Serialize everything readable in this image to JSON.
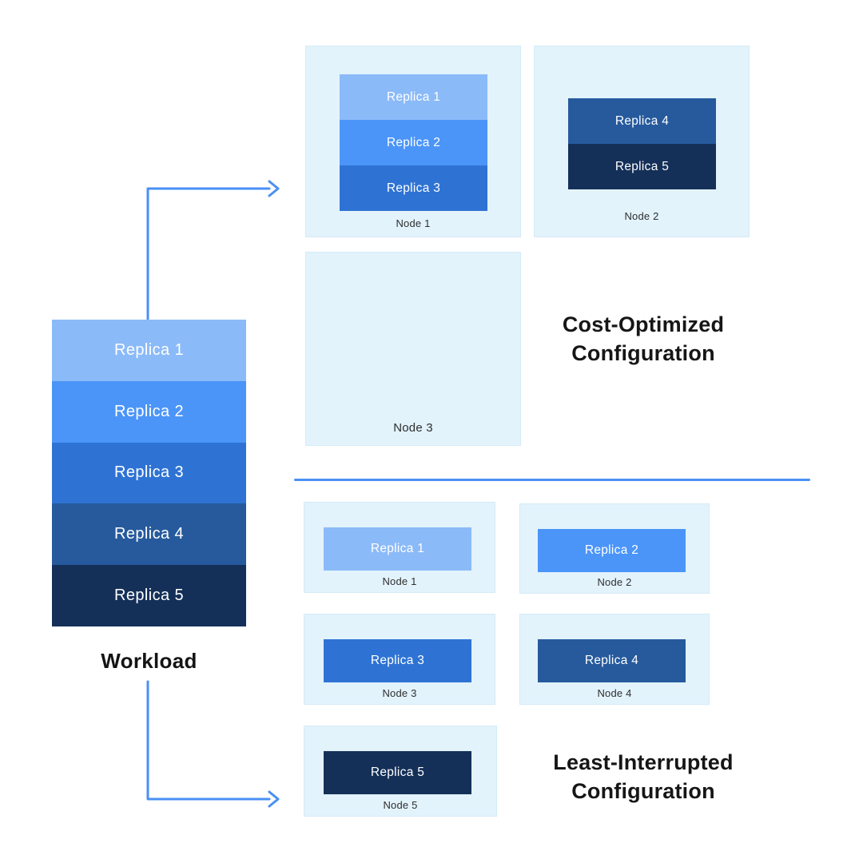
{
  "colors": {
    "arrow": "#4a90f5",
    "divider": "#4a90f5",
    "node_bg": "#e2f3fc",
    "replica1": "#8bbaf8",
    "replica2": "#4b95f9",
    "replica3": "#2e73d4",
    "replica4": "#265a9d",
    "replica5": "#143059"
  },
  "workload": {
    "label": "Workload",
    "replicas": [
      {
        "label": "Replica 1",
        "color": "#8bbaf8"
      },
      {
        "label": "Replica 2",
        "color": "#4b95f9"
      },
      {
        "label": "Replica 3",
        "color": "#2e73d4"
      },
      {
        "label": "Replica 4",
        "color": "#265a9d"
      },
      {
        "label": "Replica 5",
        "color": "#143059"
      }
    ]
  },
  "cost_optimized": {
    "title_line1": "Cost-Optimized",
    "title_line2": "Configuration",
    "nodes": [
      {
        "label": "Node 1",
        "replicas": [
          {
            "label": "Replica 1",
            "color": "#8bbaf8"
          },
          {
            "label": "Replica 2",
            "color": "#4b95f9"
          },
          {
            "label": "Replica 3",
            "color": "#2e73d4"
          }
        ]
      },
      {
        "label": "Node 2",
        "replicas": [
          {
            "label": "Replica 4",
            "color": "#265a9d"
          },
          {
            "label": "Replica 5",
            "color": "#143059"
          }
        ]
      },
      {
        "label": "Node 3",
        "replicas": []
      }
    ]
  },
  "least_interrupted": {
    "title_line1": "Least-Interrupted",
    "title_line2": "Configuration",
    "nodes": [
      {
        "label": "Node 1",
        "replicas": [
          {
            "label": "Replica 1",
            "color": "#8bbaf8"
          }
        ]
      },
      {
        "label": "Node 2",
        "replicas": [
          {
            "label": "Replica 2",
            "color": "#4b95f9"
          }
        ]
      },
      {
        "label": "Node 3",
        "replicas": [
          {
            "label": "Replica 3",
            "color": "#2e73d4"
          }
        ]
      },
      {
        "label": "Node 4",
        "replicas": [
          {
            "label": "Replica 4",
            "color": "#265a9d"
          }
        ]
      },
      {
        "label": "Node 5",
        "replicas": [
          {
            "label": "Replica 5",
            "color": "#143059"
          }
        ]
      }
    ]
  }
}
